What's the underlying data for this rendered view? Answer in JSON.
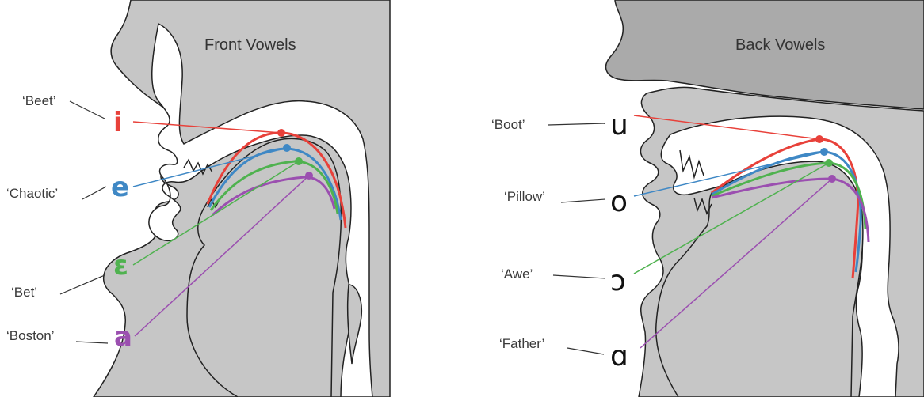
{
  "panels": [
    {
      "title": "Front Vowels",
      "vowels": [
        {
          "word": "‘Beet’",
          "symbol": "i",
          "color": "#e8413a"
        },
        {
          "word": "‘Chaotic’",
          "symbol": "e",
          "color": "#3f88c5"
        },
        {
          "word": "‘Bet’",
          "symbol": "ɛ",
          "color": "#4fb24f"
        },
        {
          "word": "‘Boston’",
          "symbol": "a",
          "color": "#9b4fb0"
        }
      ]
    },
    {
      "title": "Back Vowels",
      "vowels": [
        {
          "word": "‘Boot’",
          "symbol": "u",
          "color": "#e8413a"
        },
        {
          "word": "‘Pillow’",
          "symbol": "o",
          "color": "#3f88c5"
        },
        {
          "word": "‘Awe’",
          "symbol": "ɔ",
          "color": "#4fb24f"
        },
        {
          "word": "‘Father’",
          "symbol": "ɑ",
          "color": "#9b4fb0"
        }
      ]
    }
  ],
  "colors": {
    "head_fill": "#c6c6c6",
    "head_dark_fill": "#aaaaaa",
    "outline": "#222222",
    "airway": "#ffffff"
  }
}
